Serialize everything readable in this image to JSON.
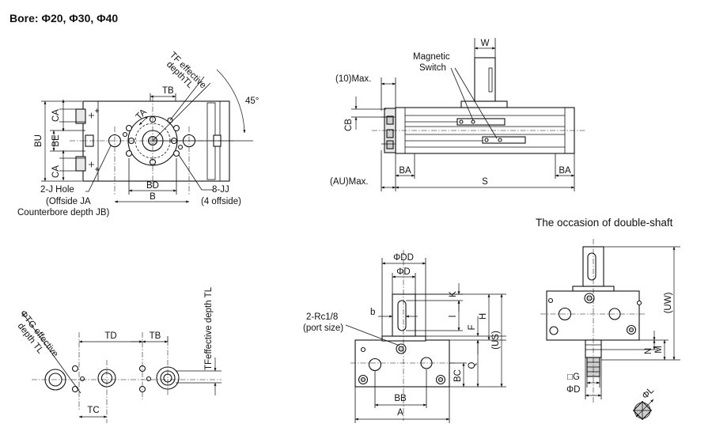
{
  "title": "Bore: Φ20, Φ30, Φ40",
  "double_shaft_caption": "The occasion of double-shaft",
  "top_left_view": {
    "tf_label_line1": "TF effective",
    "tf_label_line2": "depthTL",
    "angle": "45°",
    "tb": "TB",
    "ta": "TA",
    "ca_upper": "CA",
    "ca_lower": "CA",
    "bu": "BU",
    "be": "BE",
    "bd": "BD",
    "b": "B",
    "hole_2j": "2-J Hole",
    "offside_ja": "(Offside JA",
    "counterbore": "Counterbore depth JB)",
    "jj": "8-JJ",
    "four_offside": "(4 offside)"
  },
  "top_right_view": {
    "w": "W",
    "magnetic": "Magnetic",
    "switch": "Switch",
    "max10": "(10)Max.",
    "cb": "CB",
    "ba_left": "BA",
    "ba_right": "BA",
    "au_max": "(AU)Max.",
    "s": "S"
  },
  "bottom_left_view": {
    "tg_line1": "ΦTG effective",
    "tg_line2": "depth TL",
    "td": "TD",
    "tb": "TB",
    "tc": "TC",
    "tf_vertical": "TFeffective depth TL"
  },
  "bottom_middle_view": {
    "dd": "ΦDD",
    "d": "ΦD",
    "k": "K",
    "b_small": "b",
    "l": "l",
    "f": "F",
    "h": "H",
    "us": "(US)",
    "q": "Q",
    "bc": "BC",
    "port_line1": "2-Rc1/8",
    "port_line2": "(port size)",
    "bb": "BB",
    "a": "A"
  },
  "bottom_right_view": {
    "uw": "(UW)",
    "n": "N",
    "m": "M",
    "g": "□G",
    "d": "ΦD",
    "l": "ΦL"
  }
}
